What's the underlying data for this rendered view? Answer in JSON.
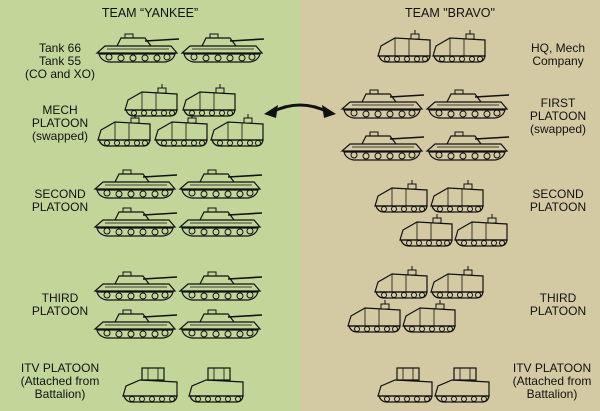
{
  "colors": {
    "left_panel": "#c2d69a",
    "right_panel": "#d3caa3",
    "ink": "#111111"
  },
  "left": {
    "title": "TEAM “YANKEE”",
    "rows": [
      {
        "id": "hq",
        "label_lines": [
          "Tank 66",
          "Tank 55",
          "(CO and XO)"
        ],
        "vehicle": "tank",
        "count": 2
      },
      {
        "id": "mech",
        "label_lines": [
          "MECH",
          "PLATOON",
          "(swapped)"
        ],
        "vehicle": "apc",
        "count": 5
      },
      {
        "id": "second",
        "label_lines": [
          "SECOND",
          "PLATOON"
        ],
        "vehicle": "tank",
        "count": 4
      },
      {
        "id": "third",
        "label_lines": [
          "THIRD",
          "PLATOON"
        ],
        "vehicle": "tank",
        "count": 4
      },
      {
        "id": "itv",
        "label_lines": [
          "ITV PLATOON",
          "(Attached from",
          "Battalion)"
        ],
        "vehicle": "itv",
        "count": 2
      }
    ]
  },
  "right": {
    "title": "TEAM \"BRAVO\"",
    "rows": [
      {
        "id": "hq",
        "label_lines": [
          "HQ, Mech",
          "Company"
        ],
        "vehicle": "apc",
        "count": 2
      },
      {
        "id": "first",
        "label_lines": [
          "FIRST",
          "PLATOON",
          "(swapped)"
        ],
        "vehicle": "tank",
        "count": 4
      },
      {
        "id": "second",
        "label_lines": [
          "SECOND",
          "PLATOON"
        ],
        "vehicle": "apc",
        "count": 4
      },
      {
        "id": "third",
        "label_lines": [
          "THIRD",
          "PLATOON"
        ],
        "vehicle": "apc",
        "count": 4
      },
      {
        "id": "itv",
        "label_lines": [
          "ITV PLATOON",
          "(Attached from",
          "Battalion)"
        ],
        "vehicle": "itv",
        "count": 2
      }
    ]
  },
  "arrow": {
    "icon": "double-arrow-icon"
  },
  "icons": {
    "tank": "tank-icon",
    "apc": "apc-icon",
    "itv": "itv-icon"
  }
}
